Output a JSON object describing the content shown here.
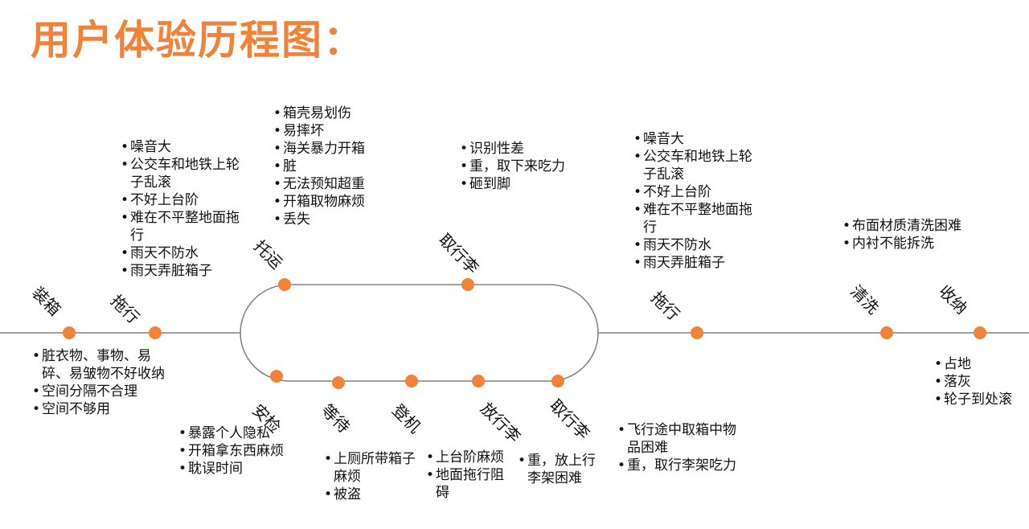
{
  "title": "用户体验历程图：",
  "colors": {
    "accent": "#f0823a",
    "line": "#808080"
  },
  "stages": [
    {
      "id": "zhuangxiang",
      "label": "装箱",
      "points": [
        "脏衣物、事物、易碎、易皱物不好收纳",
        "空间分隔不合理",
        "空间不够用"
      ]
    },
    {
      "id": "tuoxing1",
      "label": "拖行",
      "points": [
        "噪音大",
        "公交车和地铁上轮子乱滚",
        "不好上台阶",
        "难在不平整地面拖行",
        "雨天不防水",
        "雨天弄脏箱子"
      ]
    },
    {
      "id": "tuoyun",
      "label": "托运",
      "points": [
        "箱壳易划伤",
        "易摔坏",
        "海关暴力开箱",
        "脏",
        "无法预知超重",
        "开箱取物麻烦",
        "丢失"
      ]
    },
    {
      "id": "quxingli1",
      "label": "取行李",
      "points": [
        "识别性差",
        "重，取下来吃力",
        "砸到脚"
      ]
    },
    {
      "id": "anjian",
      "label": "安检",
      "points": [
        "暴露个人隐私",
        "开箱拿东西麻烦",
        "耽误时间"
      ]
    },
    {
      "id": "dengdai",
      "label": "等待",
      "points": [
        "上厕所带箱子麻烦",
        "被盗"
      ]
    },
    {
      "id": "dengji",
      "label": "登机",
      "points": [
        "上台阶麻烦",
        "地面拖行阻碍"
      ]
    },
    {
      "id": "fangxingli",
      "label": "放行李",
      "points": [
        "重，放上行李架困难"
      ]
    },
    {
      "id": "quxingli2",
      "label": "取行李",
      "points": [
        "飞行途中取箱中物品困难",
        "重，取行李架吃力"
      ]
    },
    {
      "id": "tuoxing2",
      "label": "拖行",
      "points": [
        "噪音大",
        "公交车和地铁上轮子乱滚",
        "不好上台阶",
        "难在不平整地面拖行",
        "雨天不防水",
        "雨天弄脏箱子"
      ]
    },
    {
      "id": "qingxi",
      "label": "清洗",
      "points": [
        "布面材质清洗困难",
        "内衬不能拆洗"
      ]
    },
    {
      "id": "shouna",
      "label": "收纳",
      "points": [
        "占地",
        "落灰",
        "轮子到处滚"
      ]
    }
  ]
}
